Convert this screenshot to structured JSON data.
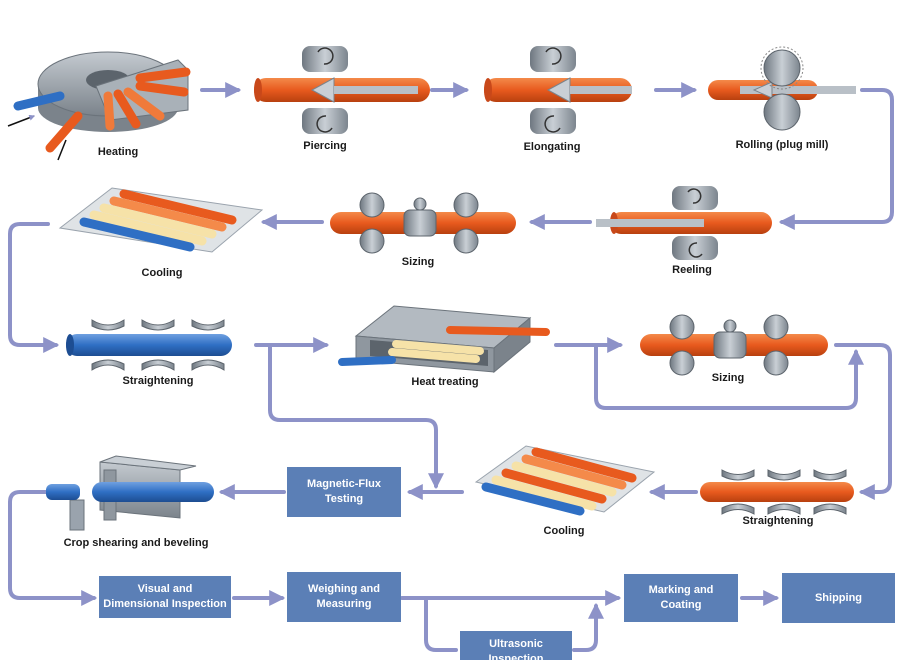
{
  "colors": {
    "flow_arrow": "#8d92c8",
    "box_fill": "#5b7fb6",
    "box_text": "#ffffff",
    "hot_pipe": "#e85a1e",
    "cold_pipe": "#2f6fc4",
    "cream_pipe": "#f6e2a8",
    "roll": "#9aa3ad",
    "furnace": "#8f979f"
  },
  "icons": [
    "rotary-hearth-furnace-icon",
    "piercing-mill-icon",
    "elongator-icon",
    "plug-mill-icon",
    "reeler-icon",
    "sizing-mill-icon",
    "cooling-bed-icon",
    "straightener-icon",
    "heat-treating-furnace-icon",
    "crop-shear-icon"
  ],
  "stages": {
    "heating": "Heating",
    "piercing": "Piercing",
    "elongating": "Elongating",
    "rolling": "Rolling (plug mill)",
    "reeling": "Reeling",
    "sizing_1": "Sizing",
    "cooling_1": "Cooling",
    "straightening_1": "Straightening",
    "heat_treating": "Heat treating",
    "sizing_2": "Sizing",
    "straightening_2": "Straightening",
    "cooling_2": "Cooling",
    "crop": "Crop shearing and beveling"
  },
  "boxes": {
    "magnetic_flux": {
      "line1": "Magnetic-Flux",
      "line2": "Testing"
    },
    "visual": {
      "line1": "Visual and",
      "line2": "Dimensional Inspection"
    },
    "weighing": {
      "line1": "Weighing and",
      "line2": "Measuring"
    },
    "ultrasonic": {
      "line1": "Ultrasonic",
      "line2": "Inspection"
    },
    "marking": {
      "line1": "Marking and",
      "line2": "Coating"
    },
    "shipping": {
      "line1": "Shipping"
    }
  }
}
